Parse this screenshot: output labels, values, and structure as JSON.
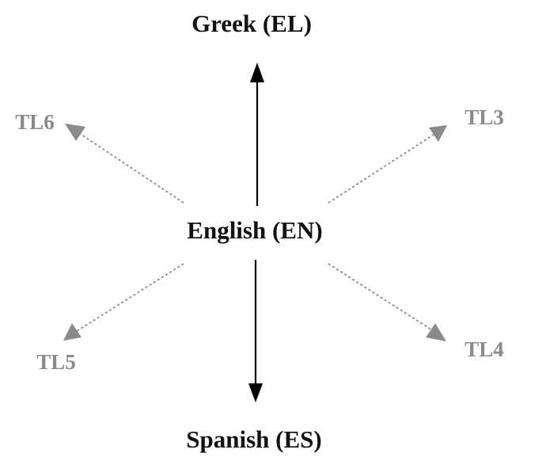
{
  "diagram": {
    "source_node": {
      "label": "English (EN)"
    },
    "target_nodes": [
      {
        "id": "el",
        "label": "Greek (EL)",
        "link": "solid"
      },
      {
        "id": "es",
        "label": "Spanish (ES)",
        "link": "solid"
      },
      {
        "id": "tl3",
        "label": "TL3",
        "link": "dotted"
      },
      {
        "id": "tl4",
        "label": "TL4",
        "link": "dotted"
      },
      {
        "id": "tl5",
        "label": "TL5",
        "link": "dotted"
      },
      {
        "id": "tl6",
        "label": "TL6",
        "link": "dotted"
      }
    ],
    "colors": {
      "solid_link": "#000000",
      "dotted_link": "#8a8a8a",
      "main_text": "#111111",
      "placeholder_text": "#8a8a8a"
    }
  }
}
